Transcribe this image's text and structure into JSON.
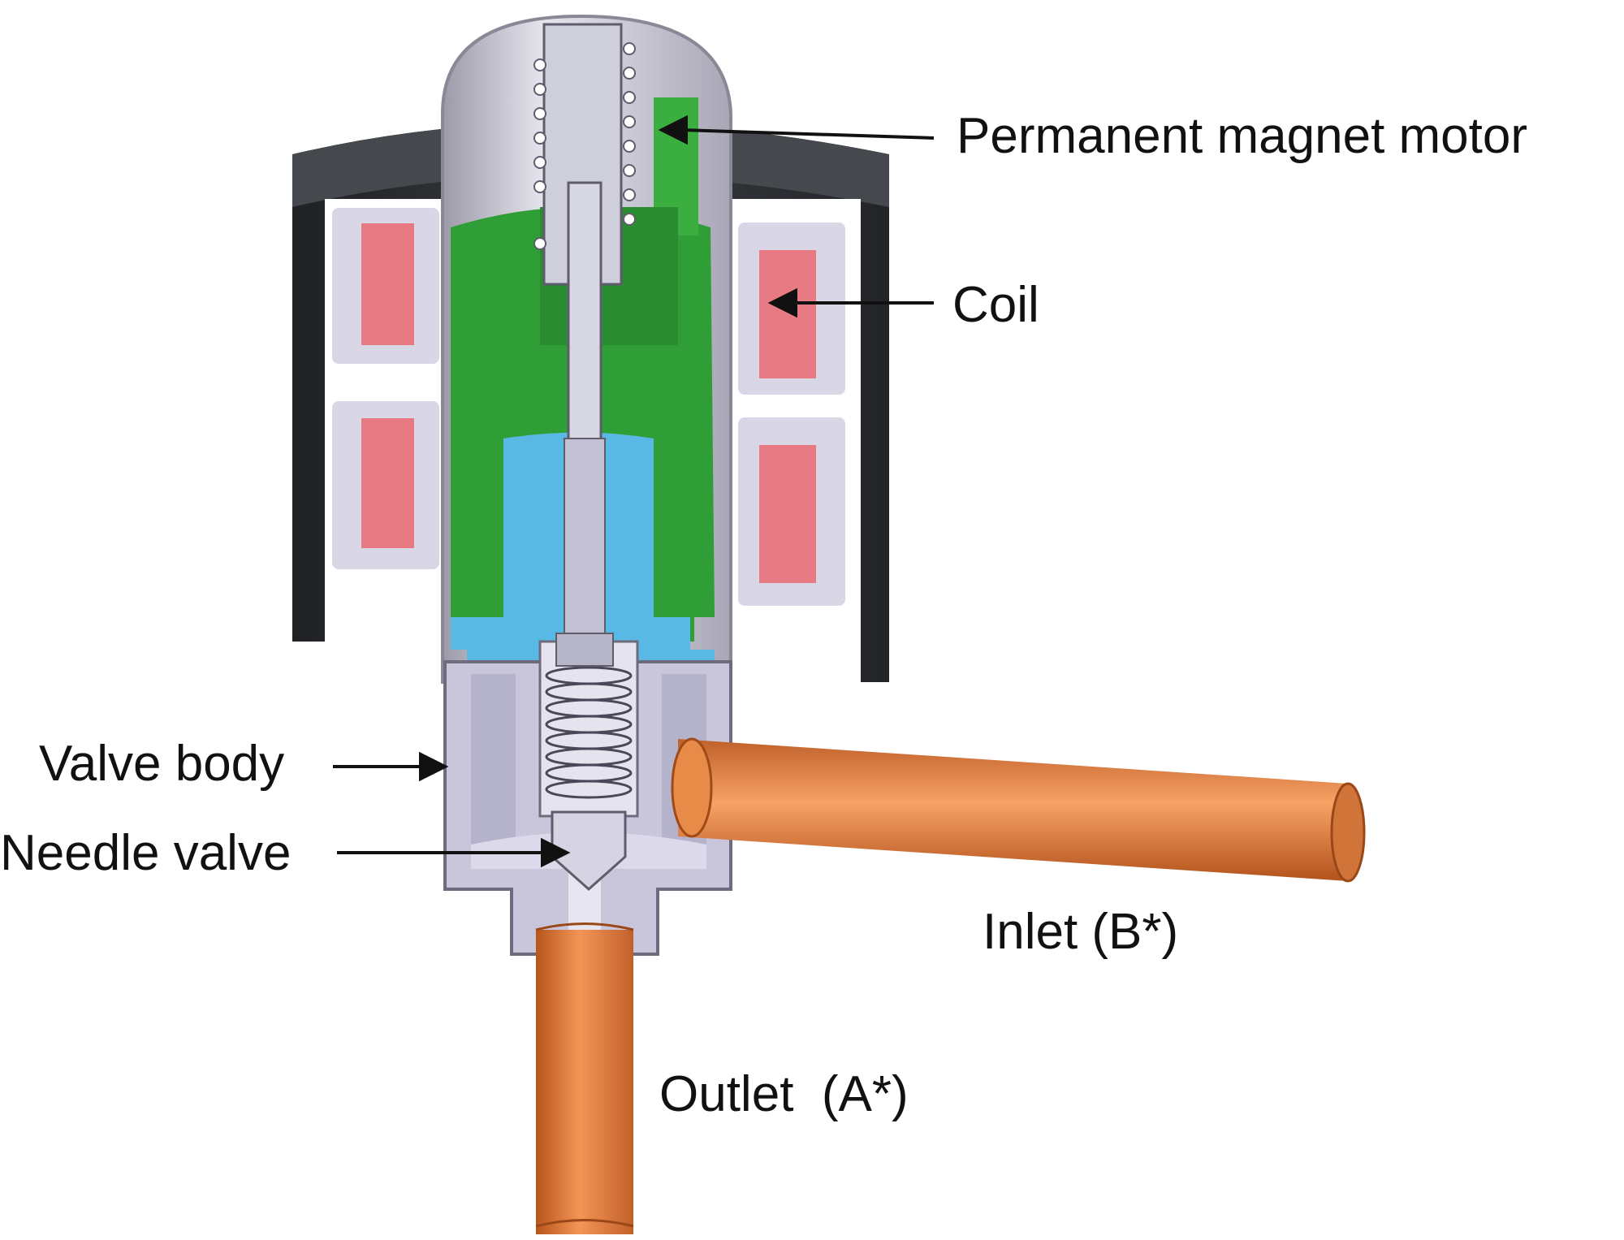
{
  "labels": {
    "permanent_magnet_motor": "Permanent magnet motor",
    "coil": "Coil",
    "valve_body": "Valve body",
    "needle_valve": "Needle valve",
    "inlet": "Inlet (B*)",
    "outlet": "Outlet  (A*)"
  },
  "colors": {
    "housing": "#2b2d30",
    "coil": "#e77a82",
    "rotor": "#2f9e36",
    "nut": "#5ab8e4",
    "body": "#c9c6dc",
    "copper": "#e07a3a"
  }
}
